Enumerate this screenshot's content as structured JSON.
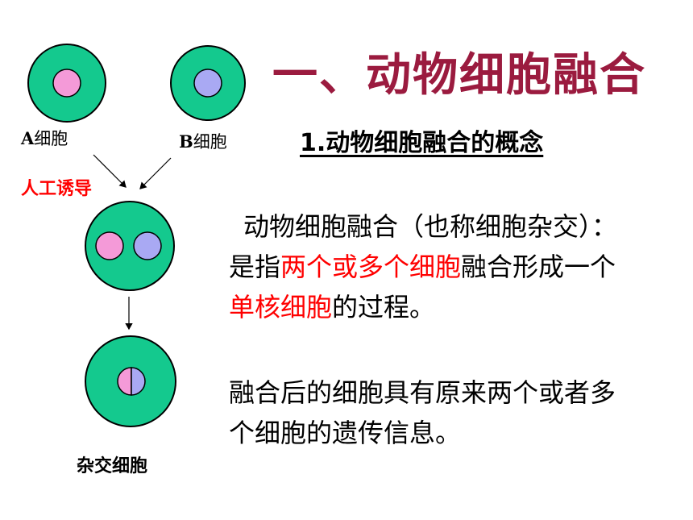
{
  "slide": {
    "title": "一、动物细胞融合",
    "subtitle": "1.动物细胞融合的概念",
    "paragraph1": {
      "t1": "动物细胞融合（也称细胞杂交）：是指",
      "h1": "两个或多个细胞",
      "t2": "融合形成一个",
      "h2": "单核细胞",
      "t3": "的过程。"
    },
    "paragraph2": "融合后的细胞具有原来两个或者多个细胞的遗传信息。"
  },
  "diagram": {
    "cell_a_label_letter": "A",
    "cell_a_label_text": "细胞",
    "cell_b_label_letter": "B",
    "cell_b_label_text": "细胞",
    "induce_label": "人工诱导",
    "hybrid_label": "杂交细胞"
  },
  "colors": {
    "title": "#9b1b3f",
    "highlight": "#ff0000",
    "cell_fill": "#14c98e",
    "nucleus_a": "#f49ad8",
    "nucleus_b": "#a9a9f3"
  }
}
